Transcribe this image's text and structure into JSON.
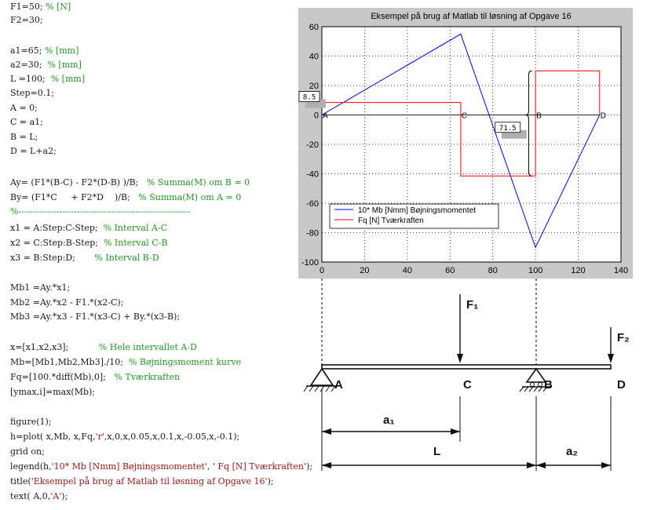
{
  "code_lines": [
    {
      "y": 10,
      "tokens": [
        {
          "t": "code",
          "s": "F1=50; "
        },
        {
          "t": "comment",
          "s": "% [N]"
        }
      ]
    },
    {
      "y": 27,
      "tokens": [
        {
          "t": "code",
          "s": "F2=30;"
        }
      ]
    },
    {
      "y": 66,
      "tokens": [
        {
          "t": "code",
          "s": "a1=65; "
        },
        {
          "t": "comment",
          "s": "% [mm]"
        }
      ]
    },
    {
      "y": 84,
      "tokens": [
        {
          "t": "code",
          "s": "a2=30;  "
        },
        {
          "t": "comment",
          "s": "% [mm]"
        }
      ]
    },
    {
      "y": 102,
      "tokens": [
        {
          "t": "code",
          "s": "L =100;  "
        },
        {
          "t": "comment",
          "s": "% [mm]"
        }
      ]
    },
    {
      "y": 120,
      "tokens": [
        {
          "t": "code",
          "s": "Step=0.1;"
        }
      ]
    },
    {
      "y": 139,
      "tokens": [
        {
          "t": "code",
          "s": "A = 0;"
        }
      ]
    },
    {
      "y": 157,
      "tokens": [
        {
          "t": "code",
          "s": "C = a1;"
        }
      ]
    },
    {
      "y": 176,
      "tokens": [
        {
          "t": "code",
          "s": "B = L;"
        }
      ]
    },
    {
      "y": 194,
      "tokens": [
        {
          "t": "code",
          "s": "D = L+a2;"
        }
      ]
    },
    {
      "y": 234,
      "tokens": [
        {
          "t": "code",
          "s": "Ay= (F1*(B-C) - F2*(D-B) )/B;   "
        },
        {
          "t": "comment",
          "s": "% Summa(M) om B = 0"
        }
      ]
    },
    {
      "y": 253,
      "tokens": [
        {
          "t": "code",
          "s": "By= (F1*C     + F2*D    )/B;   "
        },
        {
          "t": "comment",
          "s": "% Summa(M) om A = 0"
        }
      ]
    },
    {
      "y": 271,
      "tokens": [
        {
          "t": "sep",
          "s": "%-----------------------------------------------------------"
        }
      ]
    },
    {
      "y": 292,
      "tokens": [
        {
          "t": "code",
          "s": "x1 = A:Step:C-Step;  "
        },
        {
          "t": "comment",
          "s": "% Interval A-C"
        }
      ]
    },
    {
      "y": 311,
      "tokens": [
        {
          "t": "code",
          "s": "x2 = C:Step:B-Step;  "
        },
        {
          "t": "comment",
          "s": "% Interval C-B"
        }
      ]
    },
    {
      "y": 330,
      "tokens": [
        {
          "t": "code",
          "s": "x3 = B:Step:D;       "
        },
        {
          "t": "comment",
          "s": "% Interval B-D"
        }
      ]
    },
    {
      "y": 368,
      "tokens": [
        {
          "t": "code",
          "s": "Mb1 =Ay.*x1;"
        }
      ]
    },
    {
      "y": 387,
      "tokens": [
        {
          "t": "code",
          "s": "Mb2 =Ay.*x2 - F1.*(x2-C);"
        }
      ]
    },
    {
      "y": 405,
      "tokens": [
        {
          "t": "code",
          "s": "Mb3 =Ay.*x3 - F1.*(x3-C) + By.*(x3-B);"
        }
      ]
    },
    {
      "y": 444,
      "tokens": [
        {
          "t": "code",
          "s": "x=[x1,x2,x3];           "
        },
        {
          "t": "comment",
          "s": "% Hele intervallet A-D"
        }
      ]
    },
    {
      "y": 463,
      "tokens": [
        {
          "t": "code",
          "s": "Mb=[Mb1,Mb2,Mb3]./10;  "
        },
        {
          "t": "comment",
          "s": "% Bøjningsmoment kurve"
        }
      ]
    },
    {
      "y": 482,
      "tokens": [
        {
          "t": "code",
          "s": "Fq=[100.*diff(Mb),0];   "
        },
        {
          "t": "comment",
          "s": "% Tværkraften"
        }
      ]
    },
    {
      "y": 501,
      "tokens": [
        {
          "t": "code",
          "s": "[ymax,i]=max(Mb);"
        }
      ]
    },
    {
      "y": 539,
      "tokens": [
        {
          "t": "code",
          "s": "figure(1);"
        }
      ]
    },
    {
      "y": 558,
      "tokens": [
        {
          "t": "code",
          "s": "h=plot( x,Mb, x,Fq,"
        },
        {
          "t": "string",
          "s": "'r'"
        },
        {
          "t": "code",
          "s": ",x,0,x,0.05,x,0.1,x,-0.05,x,-0.1);"
        }
      ]
    },
    {
      "y": 577,
      "tokens": [
        {
          "t": "code",
          "s": "grid on;"
        }
      ]
    },
    {
      "y": 596,
      "tokens": [
        {
          "t": "code",
          "s": "legend(h,"
        },
        {
          "t": "string",
          "s": "'10* Mb [Nmm] Bøjningsmomentet'"
        },
        {
          "t": "code",
          "s": ", "
        },
        {
          "t": "string",
          "s": "' Fq [N] Tværkraften'"
        },
        {
          "t": "code",
          "s": ");"
        }
      ]
    },
    {
      "y": 615,
      "tokens": [
        {
          "t": "code",
          "s": "title("
        },
        {
          "t": "string",
          "s": "'Eksempel på brug af Matlab til løsning af Opgave 16'"
        },
        {
          "t": "code",
          "s": ");"
        }
      ]
    },
    {
      "y": 634,
      "tokens": [
        {
          "t": "code",
          "s": "text( A,0,"
        },
        {
          "t": "string",
          "s": "'A'"
        },
        {
          "t": "code",
          "s": ");"
        }
      ]
    }
  ],
  "chart_data": {
    "type": "line",
    "title": "Eksempel på brug af Matlab til løsning af Opgave 16",
    "xlabel": "",
    "ylabel": "",
    "xlim": [
      0,
      140
    ],
    "ylim": [
      -100,
      60
    ],
    "xticks": [
      0,
      20,
      40,
      60,
      80,
      100,
      120,
      140
    ],
    "yticks": [
      60,
      40,
      20,
      0,
      -20,
      -40,
      -60,
      -80,
      -100
    ],
    "grid": true,
    "legend_placement": "bottom-left",
    "series": [
      {
        "name": "10* Mb [Nmm] Bøjningsmomentet",
        "color": "#0000ff",
        "x": [
          0,
          65,
          100,
          130
        ],
        "y": [
          0,
          55,
          -90,
          0
        ]
      },
      {
        "name": " Fq [N] Tværkraften",
        "color": "#ff0000",
        "x": [
          0,
          65,
          65,
          100,
          100,
          130,
          130
        ],
        "y": [
          8.5,
          8.5,
          -41.5,
          -41.5,
          30,
          30,
          0
        ]
      }
    ],
    "point_labels": [
      {
        "text": "A",
        "x": 0,
        "y": 0
      },
      {
        "text": "C",
        "x": 65,
        "y": 0
      },
      {
        "text": "B",
        "x": 100,
        "y": 0
      },
      {
        "text": "D",
        "x": 130,
        "y": 0
      }
    ],
    "boxed_labels": [
      {
        "text": "8.5",
        "x": 0,
        "y": 8.5
      },
      {
        "text": "71.5",
        "x": 87,
        "y": -6
      }
    ]
  },
  "beam": {
    "forces": [
      {
        "label": "F₁"
      },
      {
        "label": "F₂"
      }
    ],
    "points": [
      "A",
      "C",
      "B",
      "D"
    ],
    "dims": [
      {
        "label": "a₁"
      },
      {
        "label": "L"
      },
      {
        "label": "a₂"
      }
    ]
  }
}
